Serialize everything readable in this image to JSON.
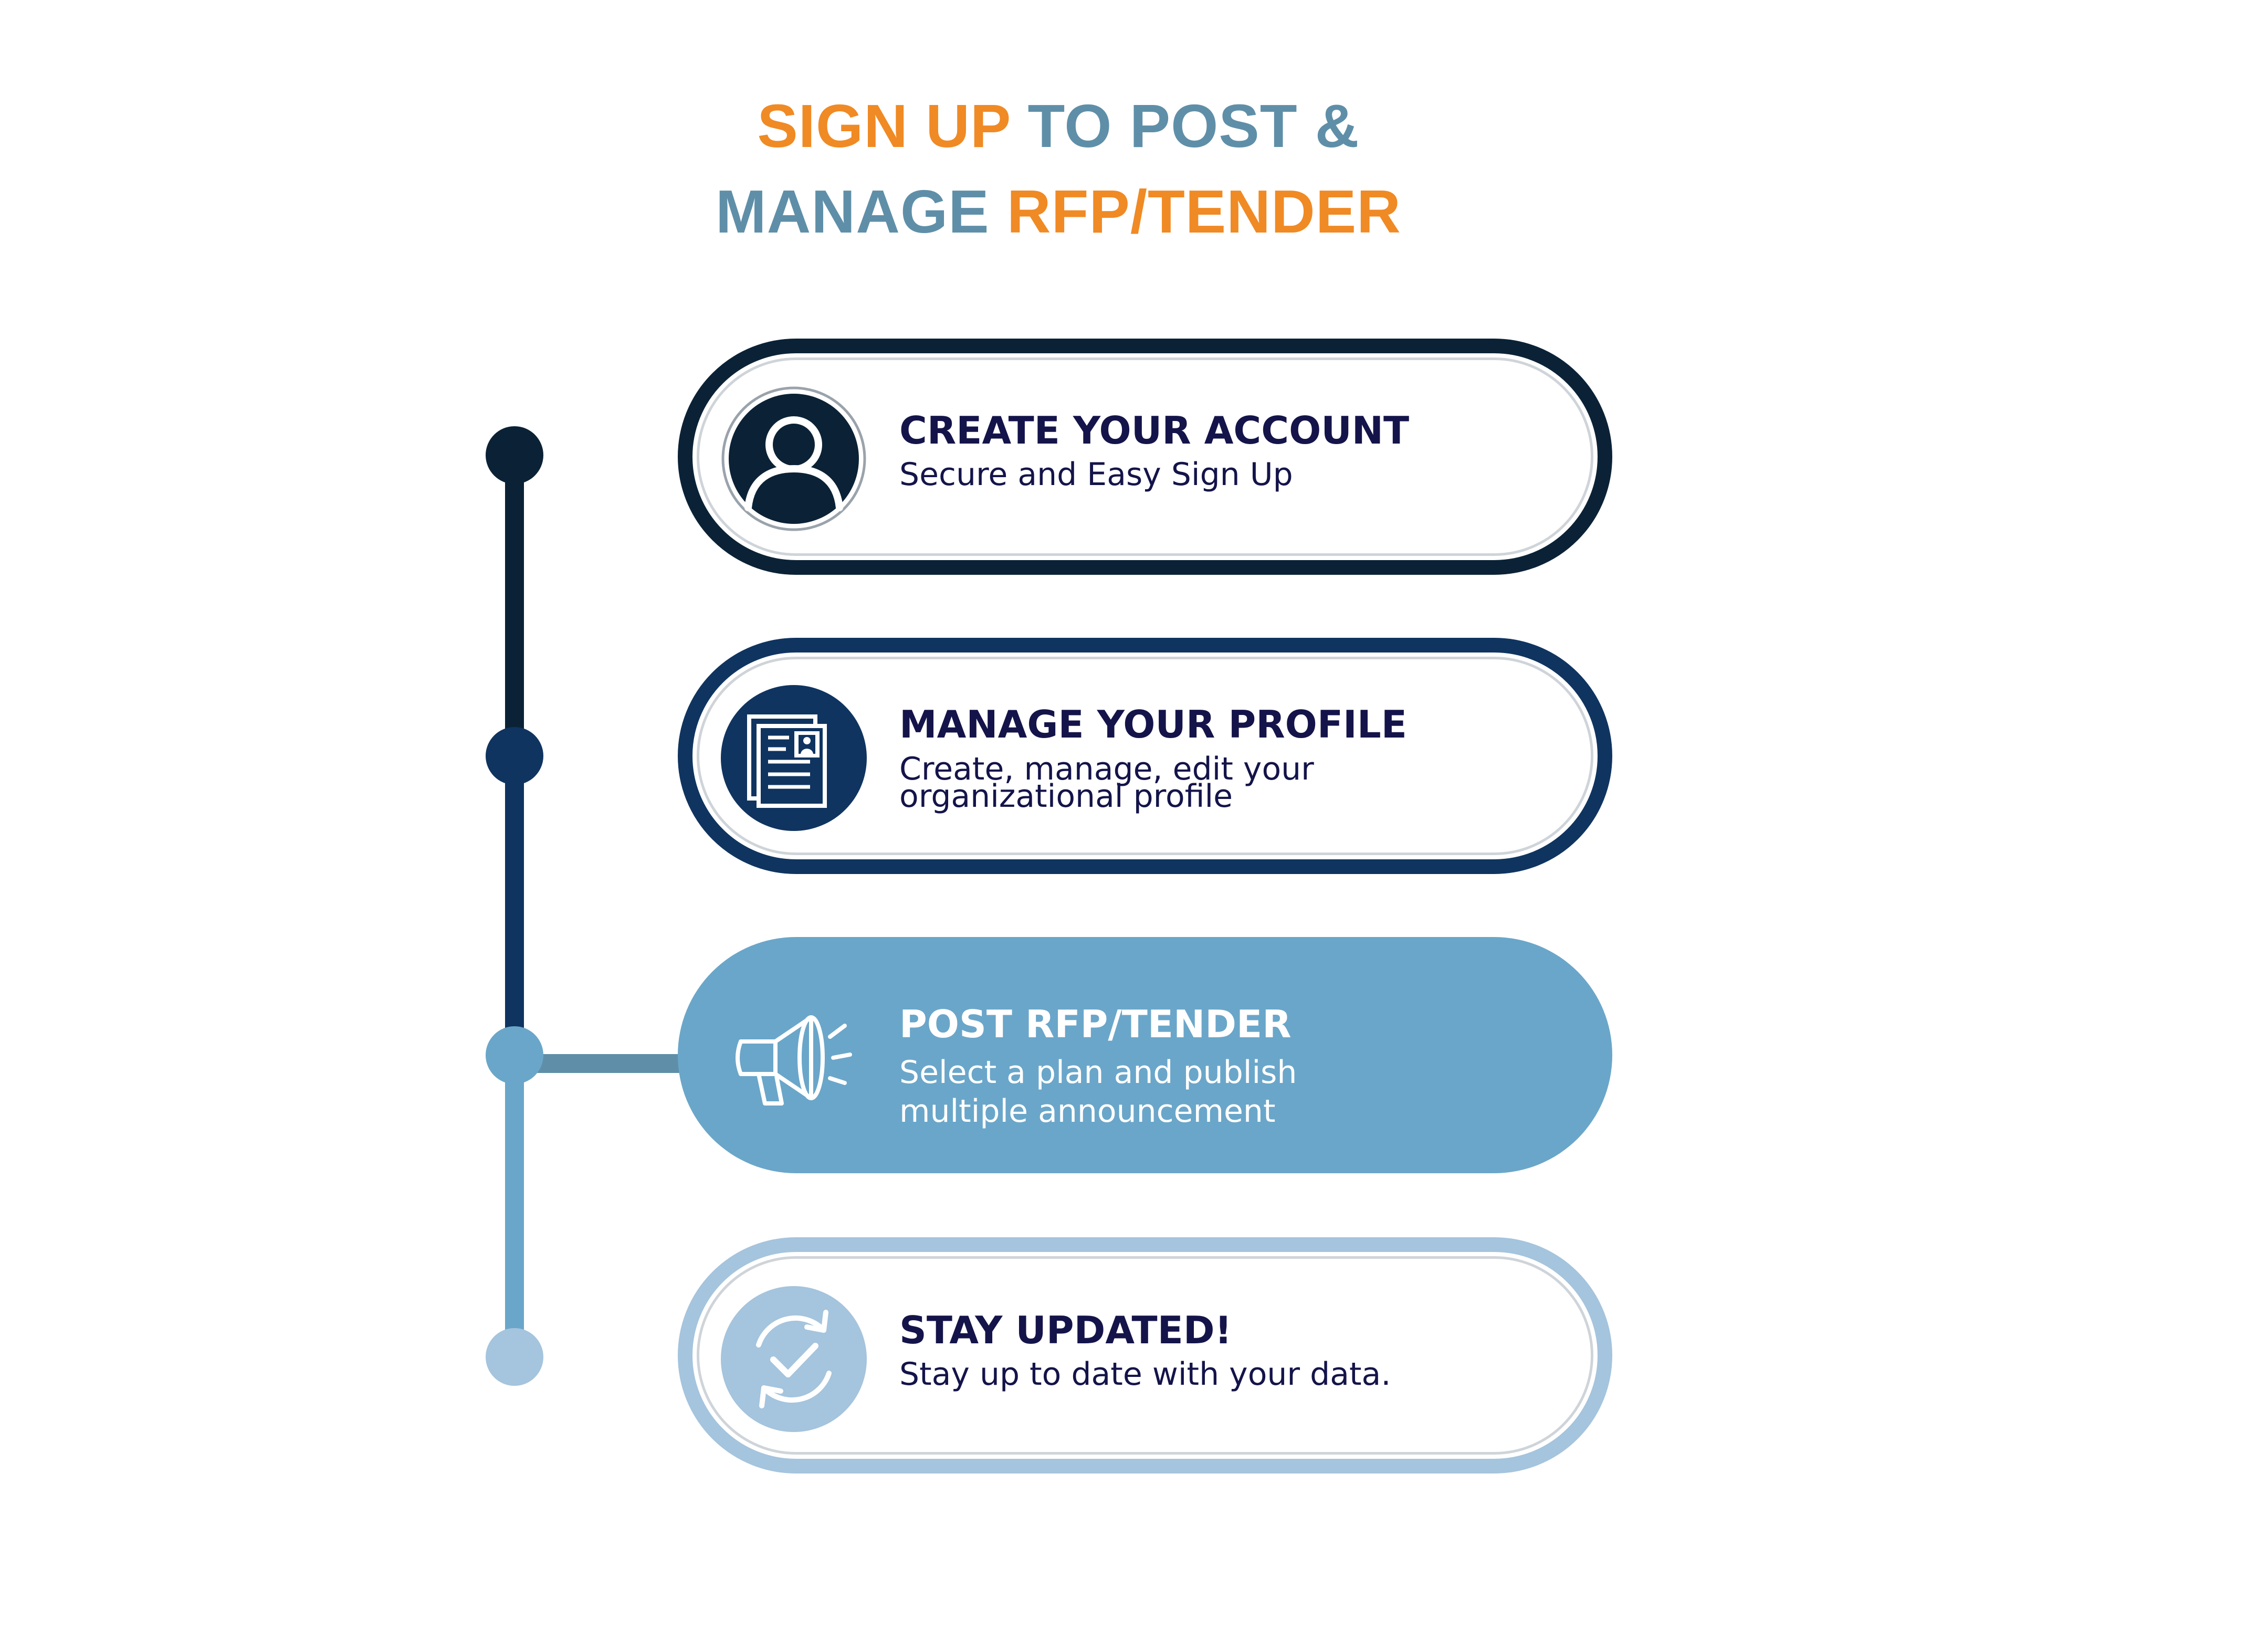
{
  "title": {
    "line1_part1": "SIGN UP",
    "line1_part2": " TO POST &",
    "line2_part1": "MANAGE ",
    "line2_part2": "RFP/TENDER"
  },
  "colors": {
    "accent_orange": "#f08a24",
    "accent_steel": "#5f8fa8",
    "step1": "#0b2236",
    "step2": "#0f3460",
    "step3": "#6aa6c9",
    "step4": "#a5c4dd",
    "heading_text": "#14144a"
  },
  "steps": [
    {
      "heading": "CREATE YOUR ACCOUNT",
      "description": "Secure and Easy Sign Up",
      "icon": "user-icon"
    },
    {
      "heading": "MANAGE YOUR PROFILE",
      "description_line1": "Create, manage, edit your",
      "description_line2": "organizational profile",
      "icon": "profile-document-icon"
    },
    {
      "heading": "POST RFP/TENDER",
      "description_line1": "Select a plan and publish",
      "description_line2": "multiple announcement",
      "icon": "megaphone-icon"
    },
    {
      "heading": "STAY UPDATED!",
      "description": "Stay up to date with your data.",
      "icon": "refresh-check-icon"
    }
  ]
}
